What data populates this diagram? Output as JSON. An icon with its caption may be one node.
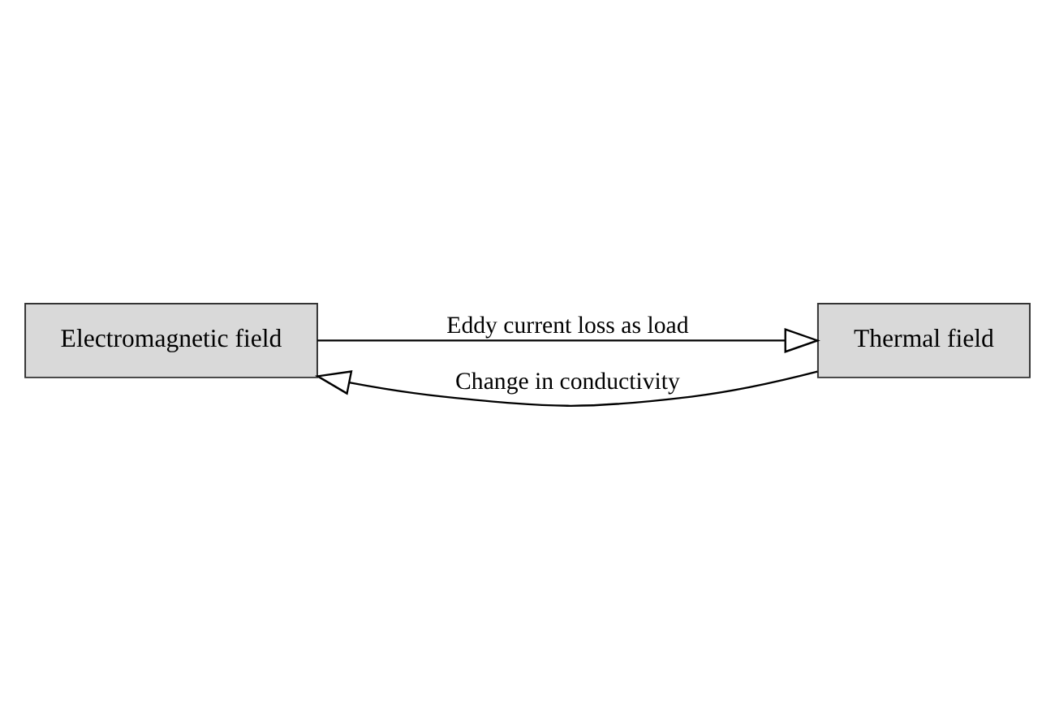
{
  "diagram": {
    "nodes": [
      {
        "text": [
          "Electromagnetic field"
        ]
      },
      {
        "text": [
          "Thermal field"
        ]
      }
    ],
    "edges": [
      {
        "from": 0,
        "to": 1,
        "arrow": "to",
        "label": "Eddy current loss as load"
      },
      {
        "from": 1,
        "to": 0,
        "arrow": "to",
        "label": "Change in conductivity"
      }
    ]
  }
}
